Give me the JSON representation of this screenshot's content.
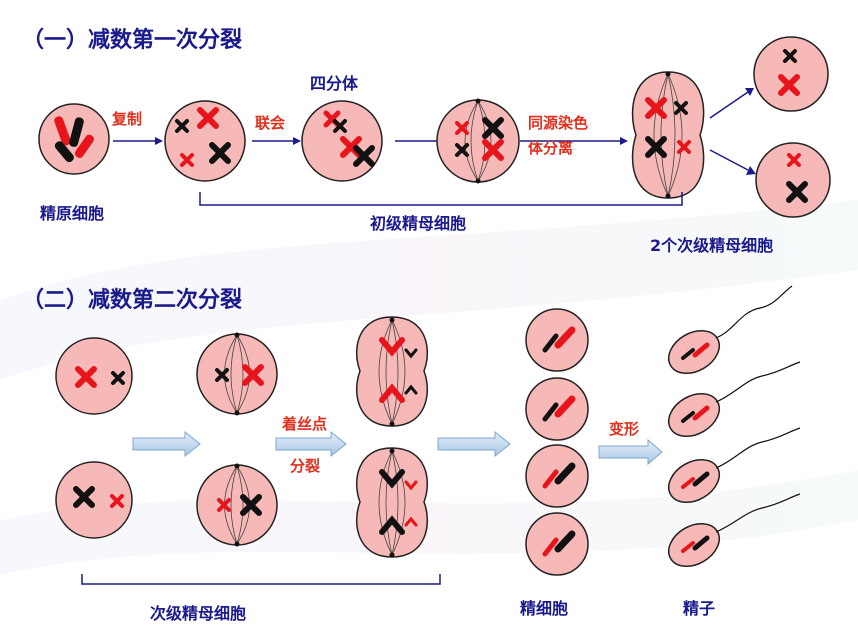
{
  "section1": {
    "title": "（一）减数第一次分裂",
    "arrow_replicate": "复制",
    "arrow_synapsis": "联会",
    "tetrad": "四分体",
    "arrow_separate_l1": "同源染色",
    "arrow_separate_l2": "体分离",
    "cell_spermatogonium": "精原细胞",
    "primary_spermatocyte": "初级精母细胞",
    "secondary_spermatocytes_two": "2个次级精母细胞"
  },
  "section2": {
    "title": "（二）减数第二次分裂",
    "arrow_centromere_l1": "着丝点",
    "arrow_centromere_l2": "分裂",
    "arrow_transform": "变形",
    "secondary_spermatocyte": "次级精母细胞",
    "spermatid": "精细胞",
    "sperm": "精子"
  },
  "colors": {
    "title": "#1a1a8c",
    "arrow_text": "#e0301e",
    "cell_fill": "#f7b9b7",
    "chrom_red": "#e8141c",
    "chrom_black": "#111111",
    "arrow_fill": "#c5dcef"
  }
}
